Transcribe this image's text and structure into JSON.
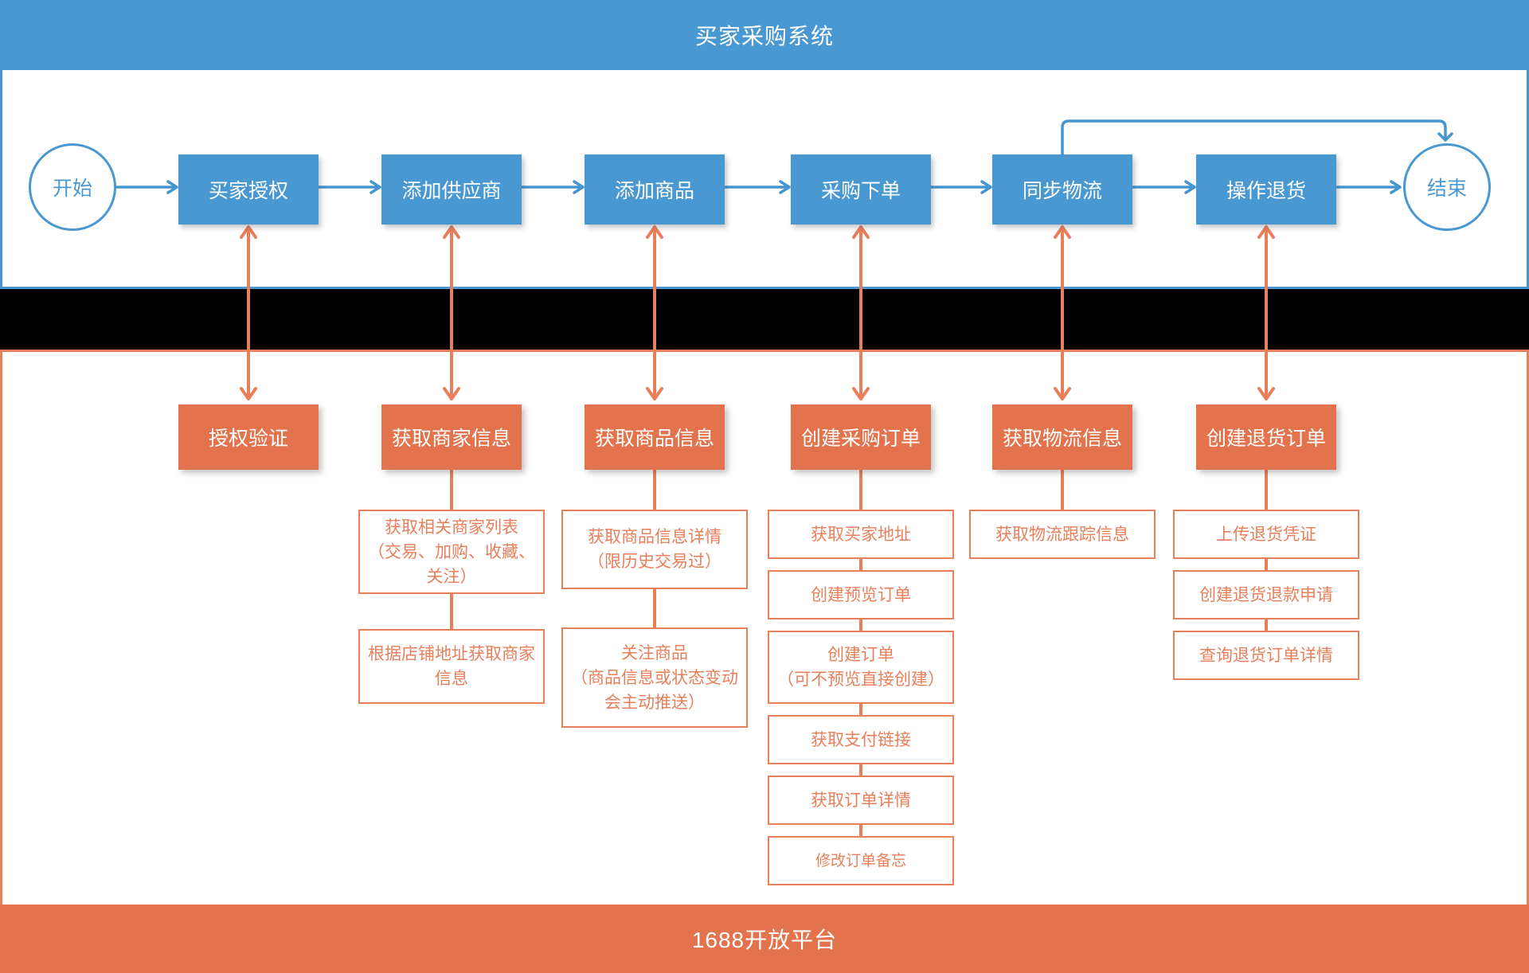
{
  "top_banner": {
    "title": "买家采购系统"
  },
  "bottom_banner": {
    "title": "1688开放平台"
  },
  "flow": {
    "start_label": "开始",
    "end_label": "结束",
    "steps": [
      "买家授权",
      "添加供应商",
      "添加商品",
      "采购下单",
      "同步物流",
      "操作退货"
    ]
  },
  "api_groups": [
    {
      "label": "授权验证",
      "items": []
    },
    {
      "label": "获取商家信息",
      "items": [
        "获取相关商家列表\n（交易、加购、收藏、\n关注）",
        "根据店铺地址获取商家\n信息"
      ]
    },
    {
      "label": "获取商品信息",
      "items": [
        "获取商品信息详情\n（限历史交易过）",
        "关注商品\n（商品信息或状态变动\n会主动推送）"
      ]
    },
    {
      "label": "创建采购订单",
      "items": [
        "获取买家地址",
        "创建预览订单",
        "创建订单\n（可不预览直接创建）",
        "获取支付链接",
        "获取订单详情",
        "修改订单备忘"
      ]
    },
    {
      "label": "获取物流信息",
      "items": [
        "获取物流跟踪信息"
      ]
    },
    {
      "label": "创建退货订单",
      "items": [
        "上传退货凭证",
        "创建退货退款申请",
        "查询退货订单详情"
      ]
    }
  ],
  "colors": {
    "blue": "#4A98D1",
    "blue_line": "#4695CE",
    "orange": "#E2734C",
    "orange_line": "#E87F5B",
    "divider_band": "#000000"
  }
}
